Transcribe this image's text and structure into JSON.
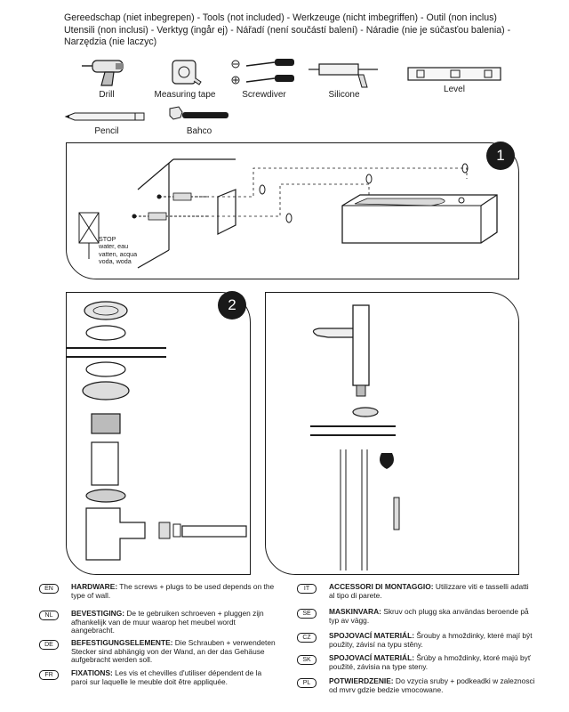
{
  "tools_heading": "Gereedschap (niet inbegrepen) - Tools (not included) - Werkzeuge (nicht imbegriffen) - Outil (non inclus) Utensili (non inclusi) - Verktyg (ingår ej) - Nářadí (není součástí balení) - Náradie (nie je súčasťou balenia) - Narzędzia (nie laczyc)",
  "tools": {
    "drill": "Drill",
    "measuring_tape": "Measuring tape",
    "screwdriver": "Screwdiver",
    "silicone": "Silicone",
    "level": "Level",
    "pencil": "Pencil",
    "bahco": "Bahco"
  },
  "steps": {
    "one": "1",
    "two": "2"
  },
  "stop_text": {
    "line1": "STOP",
    "line2": "water, eau",
    "line3": "vatten, acqua",
    "line4": "voda, woda"
  },
  "hardware_notes": [
    {
      "code": "EN",
      "title": "HARDWARE:",
      "text": "The screws + plugs to be used depends on the type of wall."
    },
    {
      "code": "NL",
      "title": "BEVESTIGING:",
      "text": "De te gebruiken schroeven + pluggen zijn afhankelijk van de muur waarop het meubel wordt aangebracht."
    },
    {
      "code": "DE",
      "title": "BEFESTIGUNGSELEMENTE:",
      "text": "Die Schrauben + verwendeten Stecker sind abhängig von der Wand, an der das Gehäuse aufgebracht werden soll."
    },
    {
      "code": "FR",
      "title": "FIXATIONS:",
      "text": "Les vis et chevilles d'utiliser dépendent de la paroi sur laquelle le meuble doit être appliquée."
    },
    {
      "code": "IT",
      "title": "ACCESSORI DI MONTAGGIO:",
      "text": "Utilizzare viti e tasselli adatti al tipo di parete."
    },
    {
      "code": "SE",
      "title": "MASKINVARA:",
      "text": "Skruv och plugg ska användas beroende på typ av vägg."
    },
    {
      "code": "CZ",
      "title": "SPOJOVACÍ MATERIÁL:",
      "text": "Šrouby a hmoždinky, které mají být použity, závisí na typu stěny."
    },
    {
      "code": "SK",
      "title": "SPOJOVACÍ MATERIÁL:",
      "text": "Šrúby a hmoždinky, ktoré majú byť použité, závisia na type steny."
    },
    {
      "code": "PL",
      "title": "POTWIERDZENIE:",
      "text": "Do vzycia sruby + podkeadki w zaleznosci od mvrv gdzie bedzie vmocowane."
    }
  ]
}
